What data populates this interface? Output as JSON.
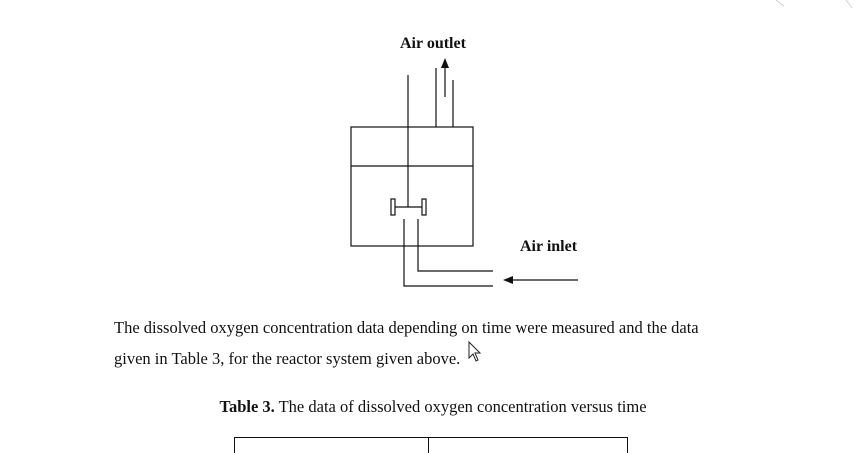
{
  "diagram": {
    "outlet_label": "Air outlet",
    "inlet_label": "Air inlet"
  },
  "body_text": {
    "line1": "The dissolved oxygen concentration data depending on time were measured and the data",
    "line2": "given in Table 3, for the reactor system given above."
  },
  "table_caption": {
    "label": "Table 3.",
    "text": " The data of dissolved oxygen concentration versus time"
  },
  "colors": {
    "ink": "#111111",
    "background": "#ffffff"
  }
}
